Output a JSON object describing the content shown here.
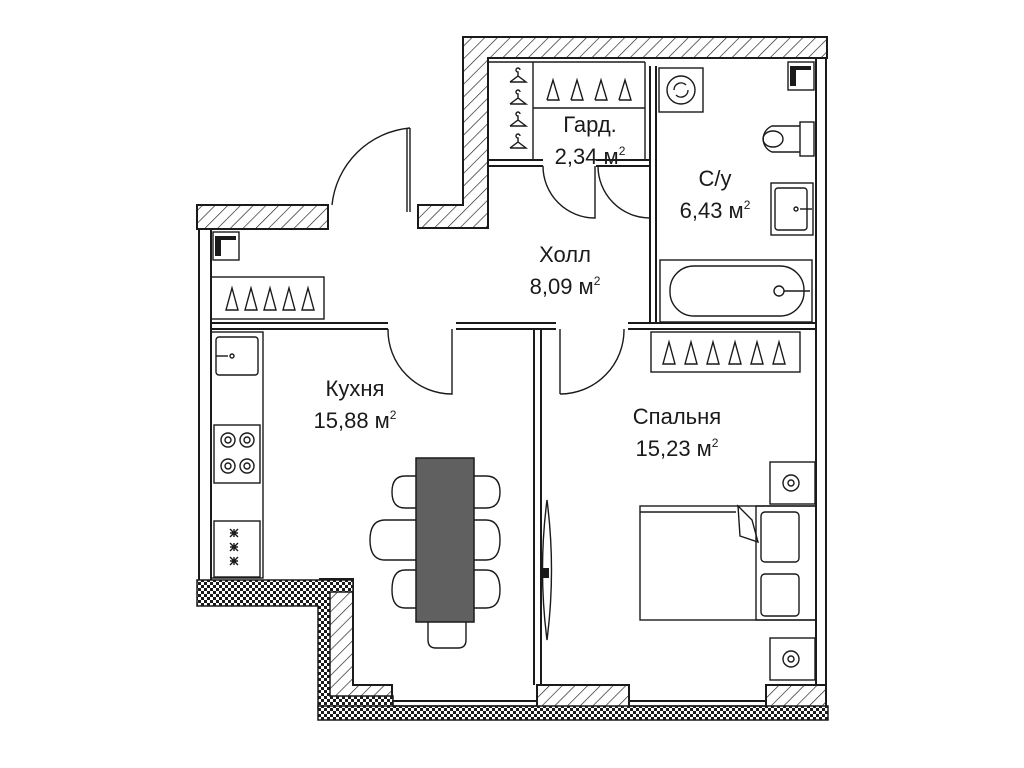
{
  "rooms": {
    "wardrobe": {
      "name": "Гард.",
      "area": "2,34 м",
      "sup": "2"
    },
    "bathroom": {
      "name": "С/у",
      "area": "6,43 м",
      "sup": "2"
    },
    "hall": {
      "name": "Холл",
      "area": "8,09 м",
      "sup": "2"
    },
    "kitchen": {
      "name": "Кухня",
      "area": "15,88 м",
      "sup": "2"
    },
    "bedroom": {
      "name": "Спальня",
      "area": "15,23 м",
      "sup": "2"
    }
  },
  "colors": {
    "line": "#1a1a1a",
    "table": "#606060",
    "background": "#ffffff"
  }
}
